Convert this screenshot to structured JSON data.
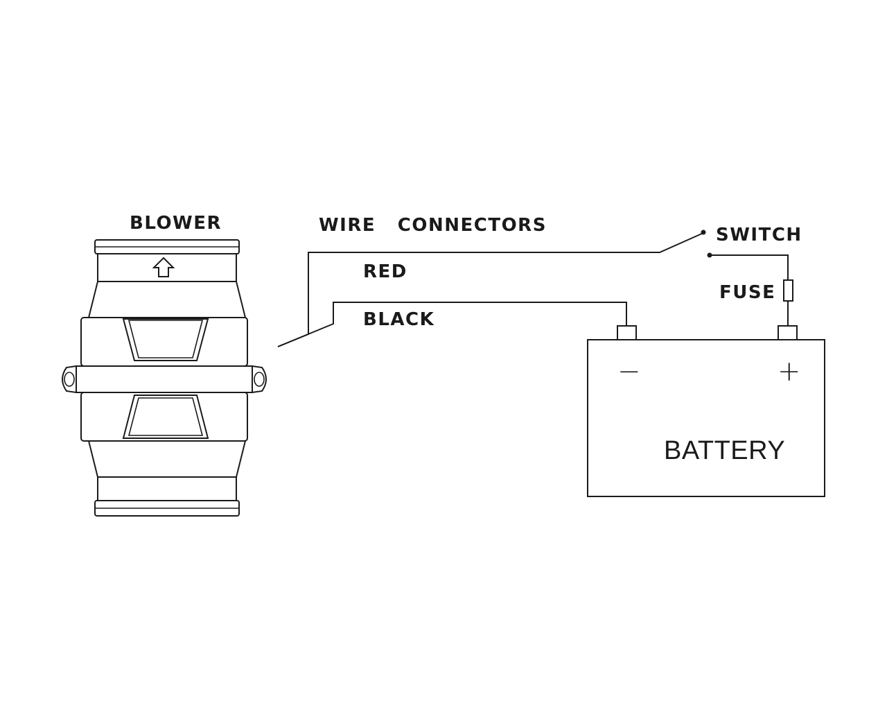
{
  "labels": {
    "blower": "BLOWER",
    "wire_connectors": "WIRE   CONNECTORS",
    "red": "RED",
    "black": "BLACK",
    "switch": "SWITCH",
    "fuse": "FUSE",
    "battery": "BATTERY",
    "negative": "−",
    "positive": "+"
  },
  "colors": {
    "line": "#1a1a1a",
    "background": "#ffffff"
  }
}
